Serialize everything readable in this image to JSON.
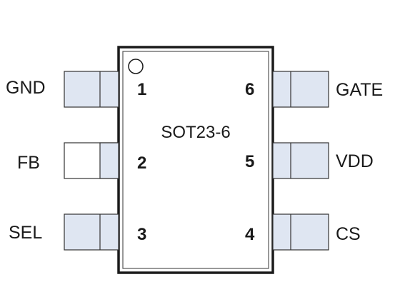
{
  "package": {
    "name": "SOT23-6"
  },
  "pins_left": [
    {
      "number": "1",
      "name": "GND",
      "lead_fill": "#dfe6f2"
    },
    {
      "number": "2",
      "name": "FB",
      "lead_fill": "#ffffff"
    },
    {
      "number": "3",
      "name": "SEL",
      "lead_fill": "#dfe6f2"
    }
  ],
  "pins_right": [
    {
      "number": "6",
      "name": "GATE",
      "lead_fill": "#dfe6f2"
    },
    {
      "number": "5",
      "name": "VDD",
      "lead_fill": "#dfe6f2"
    },
    {
      "number": "4",
      "name": "CS",
      "lead_fill": "#dfe6f2"
    }
  ],
  "colors": {
    "body_outline": "#1a1a1a",
    "lead_stroke": "#333333",
    "text": "#1a1a1a"
  },
  "pin1_marker": "circle-pin1-indicator"
}
